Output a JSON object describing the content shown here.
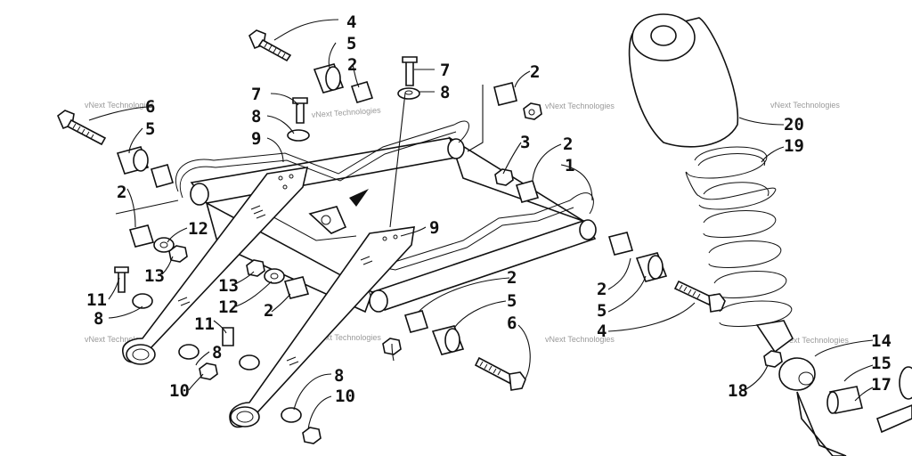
{
  "diagram": {
    "watermark": "vNext Technologies",
    "callouts": {
      "c1": "1",
      "c2a": "2",
      "c2b": "2",
      "c2c": "2",
      "c2d": "2",
      "c2e": "2",
      "c2f": "2",
      "c2g": "2",
      "c3": "3",
      "c4a": "4",
      "c4b": "4",
      "c5a": "5",
      "c5b": "5",
      "c5c": "5",
      "c5d": "5",
      "c6a": "6",
      "c6b": "6",
      "c7a": "7",
      "c7b": "7",
      "c8a": "8",
      "c8b": "8",
      "c8c": "8",
      "c8d": "8",
      "c8e": "8",
      "c9a": "9",
      "c9b": "9",
      "c10a": "10",
      "c10b": "10",
      "c11a": "11",
      "c11b": "11",
      "c12a": "12",
      "c12b": "12",
      "c13a": "13",
      "c13b": "13",
      "c14": "14",
      "c15": "15",
      "c17": "17",
      "c18": "18",
      "c19": "19",
      "c20": "20"
    }
  }
}
